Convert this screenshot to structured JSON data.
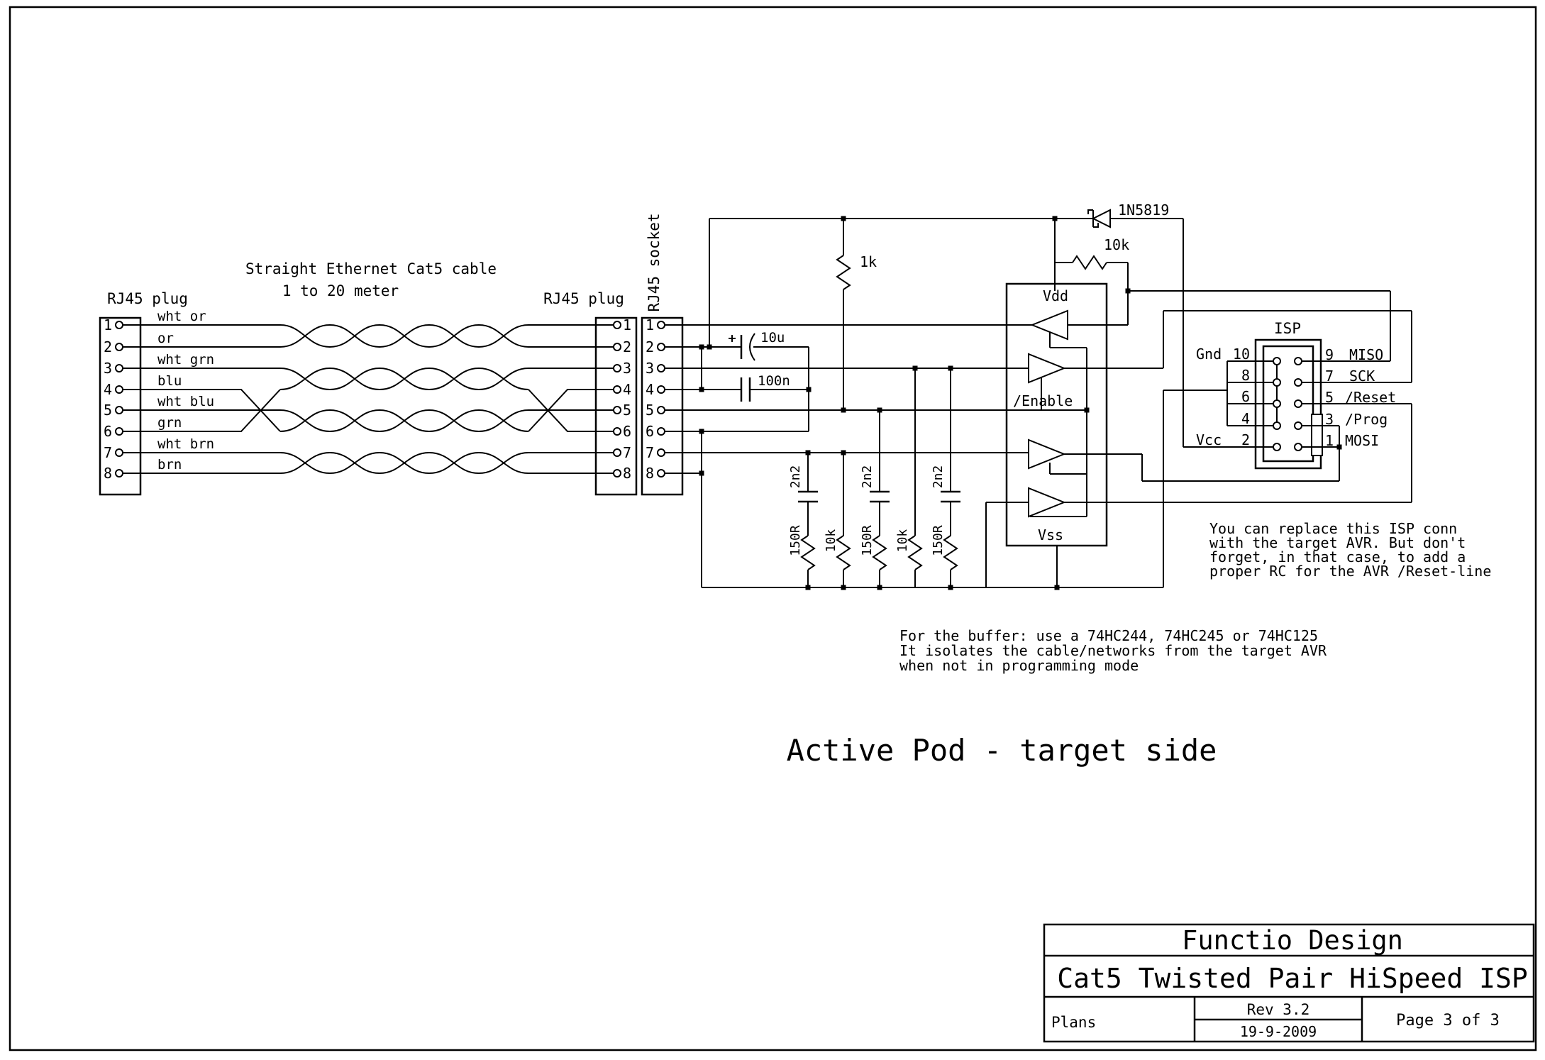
{
  "cable": {
    "left_plug_label": "RJ45 plug",
    "right_plug_label": "RJ45 plug",
    "title_line1": "Straight Ethernet Cat5 cable",
    "title_line2": "1 to 20 meter",
    "wire_colors": [
      "wht or",
      "or",
      "wht grn",
      "blu",
      "wht blu",
      "grn",
      "wht brn",
      "brn"
    ],
    "pin_numbers": [
      "1",
      "2",
      "3",
      "4",
      "5",
      "6",
      "7",
      "8"
    ]
  },
  "socket": {
    "label": "RJ45 socket"
  },
  "components": {
    "cap_10u": "10u",
    "cap_100n": "100n",
    "res_1k": "1k",
    "res_10k": "10k",
    "res_150r": "150R",
    "cap_2n2": "2n2",
    "diode": "1N5819"
  },
  "chip": {
    "vdd": "Vdd",
    "enable": "/Enable",
    "vss": "Vss"
  },
  "isp": {
    "title": "ISP",
    "gnd": "Gnd",
    "vcc": "Vcc",
    "left_nums": [
      "10",
      "8",
      "6",
      "4",
      "2"
    ],
    "right_nums": [
      "9",
      "7",
      "5",
      "3",
      "1"
    ],
    "right_names": [
      "MISO",
      "SCK",
      "/Reset",
      "/Prog",
      "MOSI"
    ]
  },
  "notes": {
    "isp_note": [
      "You can replace this ISP conn",
      "with the target AVR. But don't",
      "forget, in that case, to add a",
      "proper RC for the AVR /Reset-line"
    ],
    "buffer_note": [
      "For the buffer: use a 74HC244, 74HC245 or 74HC125",
      "It isolates the cable/networks from the target AVR",
      "when not in programming mode"
    ]
  },
  "title": "Active Pod - target side",
  "title_block": {
    "company": "Functio Design",
    "document": "Cat5 Twisted Pair HiSpeed ISP",
    "plans": "Plans",
    "revision": "Rev 3.2",
    "date": "19-9-2009",
    "page": "Page 3 of 3"
  }
}
